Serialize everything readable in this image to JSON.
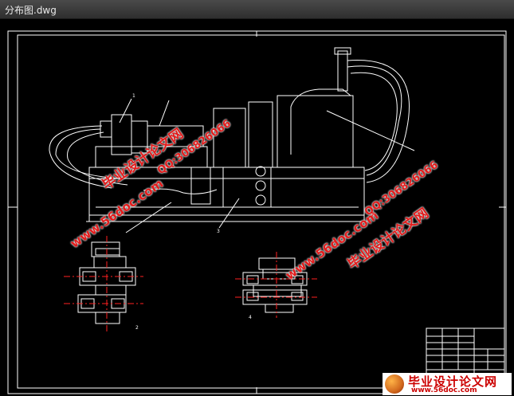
{
  "window": {
    "title": "分布图.dwg"
  },
  "drawing": {
    "callouts": [
      "1",
      "3",
      "4",
      "2"
    ],
    "title_block_lines": 12
  },
  "watermarks": {
    "site_text_1": "毕业设计论文网",
    "qq_text_1": "QQ:306826066",
    "url_text_1": "www.56doc.com",
    "url_text_2": "www.56doc.com",
    "qq_text_2": "QQ:306826066",
    "site_text_2": "毕业设计论文网"
  },
  "logo": {
    "title": "毕业设计论文网",
    "url": "www.56doc.com"
  },
  "colors": {
    "line": "#ffffff",
    "center": "#ff2020",
    "watermark": "#e31b1b",
    "titlebar": "#3a3a3a"
  }
}
